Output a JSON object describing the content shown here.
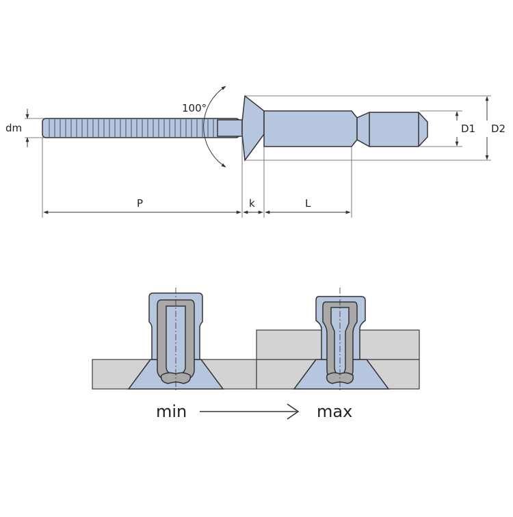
{
  "labels": {
    "dm": "dm",
    "angle": "100°",
    "D1": "D1",
    "D2": "D2",
    "P": "P",
    "k": "k",
    "L": "L",
    "min": "min",
    "max": "max"
  },
  "colors": {
    "rivet_fill": "#b6c6de",
    "rivet_stroke": "#3a3a3a",
    "plate_fill": "#d3d3d3",
    "plate_stroke": "#3a3a3a",
    "sleeve_fill": "#a9a9a9",
    "line": "#333333"
  }
}
